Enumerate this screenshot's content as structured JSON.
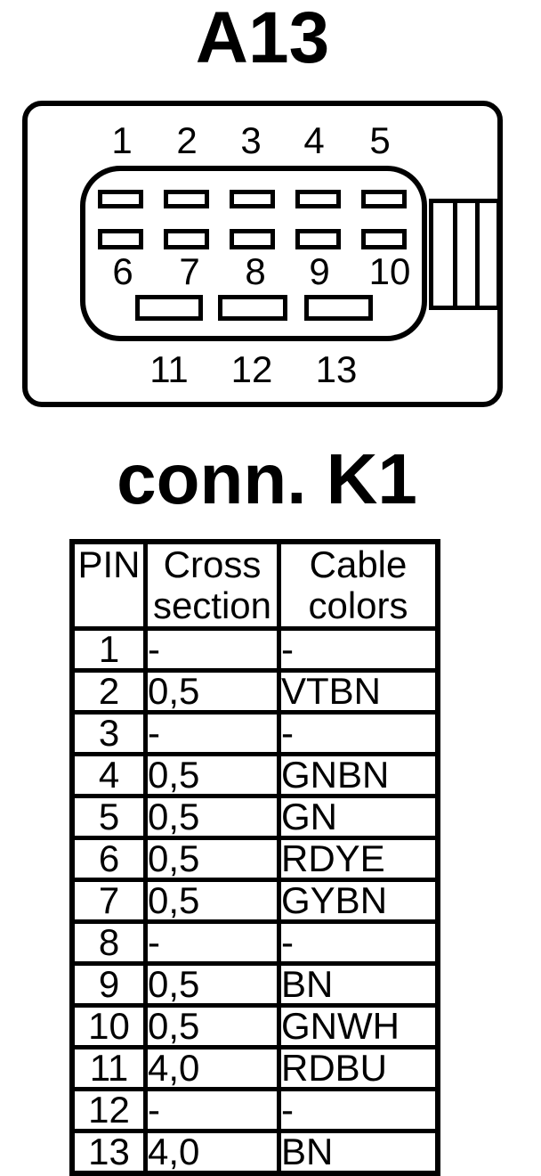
{
  "page": {
    "paper_color": "#ffffff",
    "ink_color": "#000000"
  },
  "title": "A13",
  "connector": {
    "label": "conn. K1",
    "top_pins": [
      "1",
      "2",
      "3",
      "4",
      "5"
    ],
    "middle_pins": [
      "6",
      "7",
      "8",
      "9",
      "10"
    ],
    "bottom_pins": [
      "11",
      "12",
      "13"
    ]
  },
  "table": {
    "columns": [
      "PIN",
      "Cross section",
      "Cable colors"
    ],
    "rows": [
      {
        "pin": "1",
        "cross_section": "-",
        "cable_color": "-"
      },
      {
        "pin": "2",
        "cross_section": "0,5",
        "cable_color": "VTBN"
      },
      {
        "pin": "3",
        "cross_section": "-",
        "cable_color": "-"
      },
      {
        "pin": "4",
        "cross_section": "0,5",
        "cable_color": "GNBN"
      },
      {
        "pin": "5",
        "cross_section": "0,5",
        "cable_color": "GN"
      },
      {
        "pin": "6",
        "cross_section": "0,5",
        "cable_color": "RDYE"
      },
      {
        "pin": "7",
        "cross_section": "0,5",
        "cable_color": "GYBN"
      },
      {
        "pin": "8",
        "cross_section": "-",
        "cable_color": "-"
      },
      {
        "pin": "9",
        "cross_section": "0,5",
        "cable_color": "BN"
      },
      {
        "pin": "10",
        "cross_section": "0,5",
        "cable_color": "GNWH"
      },
      {
        "pin": "11",
        "cross_section": "4,0",
        "cable_color": "RDBU"
      },
      {
        "pin": "12",
        "cross_section": "-",
        "cable_color": "-"
      },
      {
        "pin": "13",
        "cross_section": "4,0",
        "cable_color": "BN"
      }
    ]
  }
}
